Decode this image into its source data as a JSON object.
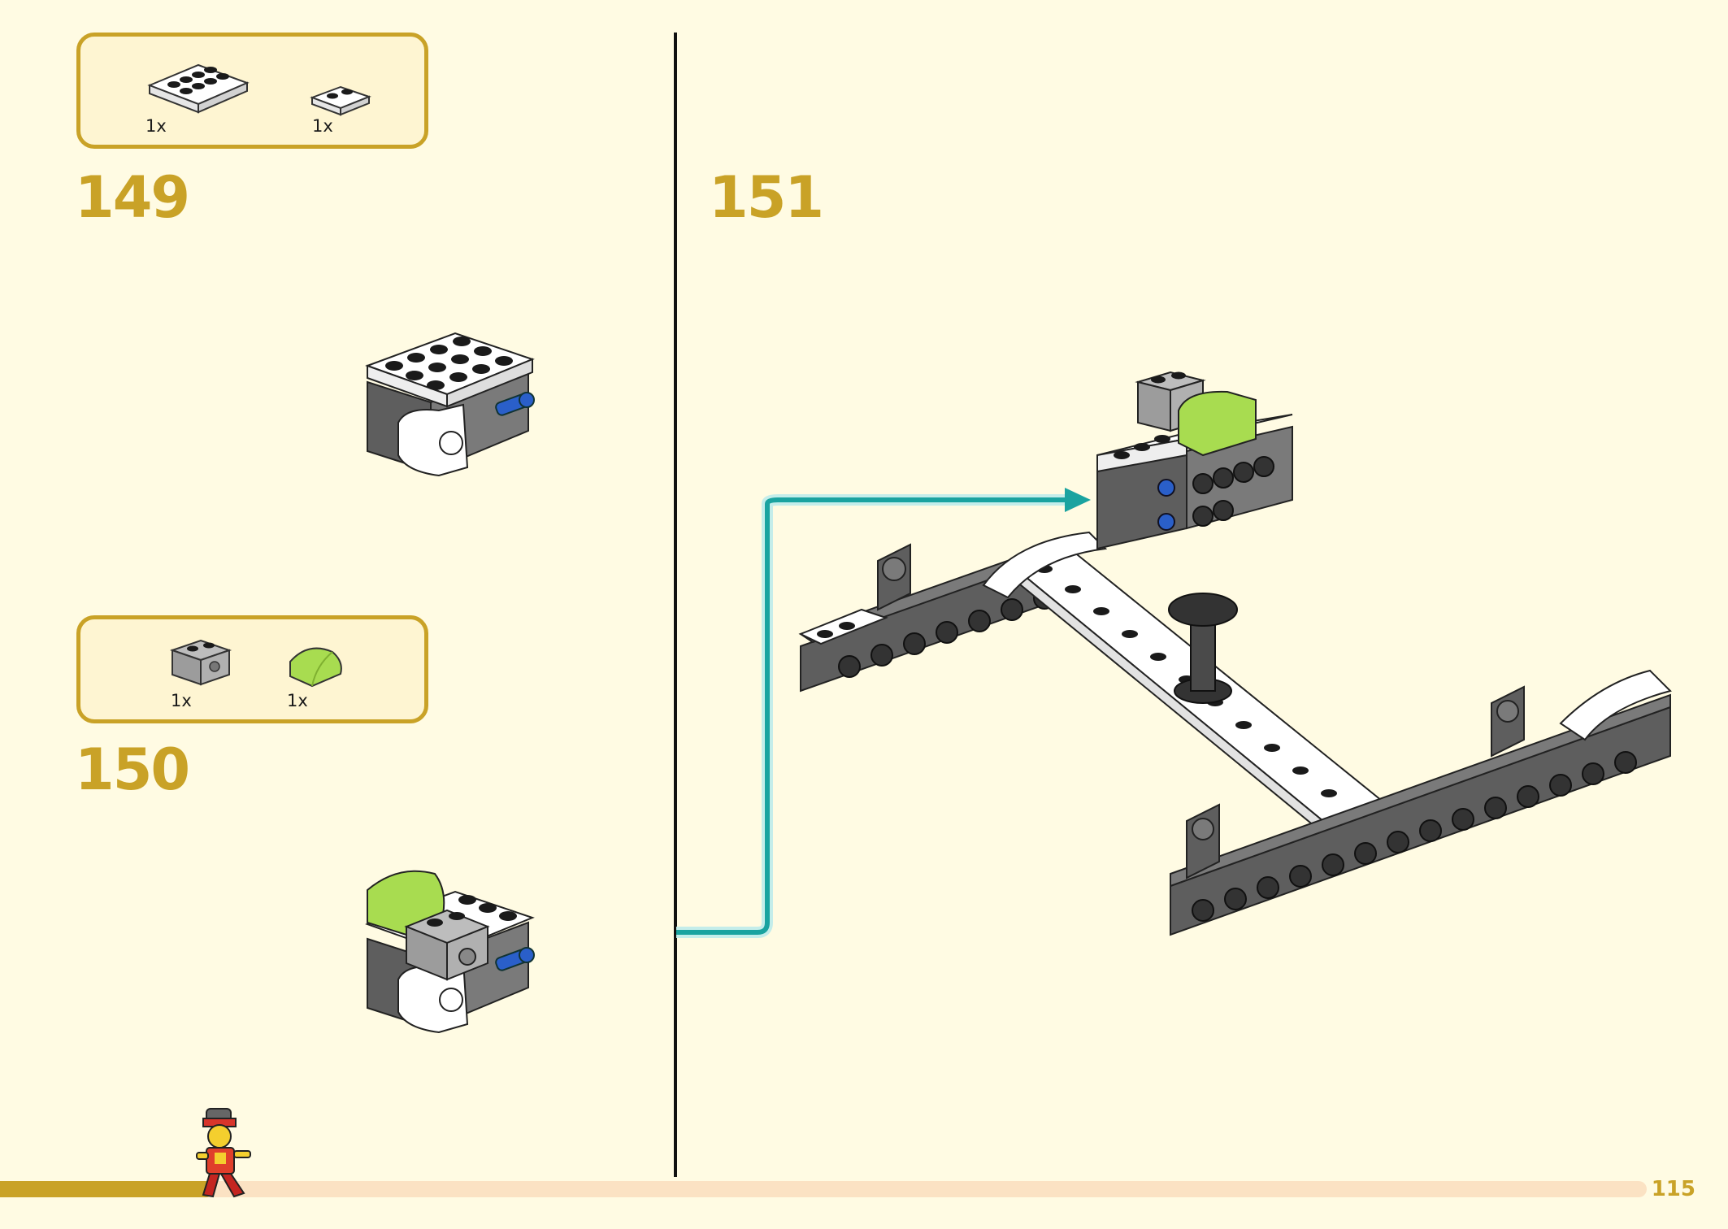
{
  "steps": {
    "step_149": {
      "number": "149",
      "parts": [
        {
          "qty": "1x",
          "part": "white-plate-2x4"
        },
        {
          "qty": "1x",
          "part": "white-plate-1x2"
        }
      ]
    },
    "step_150": {
      "number": "150",
      "parts": [
        {
          "qty": "1x",
          "part": "grey-technic-brick-1x2"
        },
        {
          "qty": "1x",
          "part": "lime-curved-slope"
        }
      ]
    },
    "step_151": {
      "number": "151"
    }
  },
  "footer": {
    "page_number": "115",
    "progress_fraction": 0.13
  },
  "colors": {
    "accent": "#C9A227",
    "background": "#FFFBE3",
    "parts_box_fill": "#FEF5D2",
    "arrow": "#1AA3A0",
    "lime": "#A8DC50",
    "dark_grey": "#5E5E5E",
    "light_grey": "#A9A9A9"
  }
}
